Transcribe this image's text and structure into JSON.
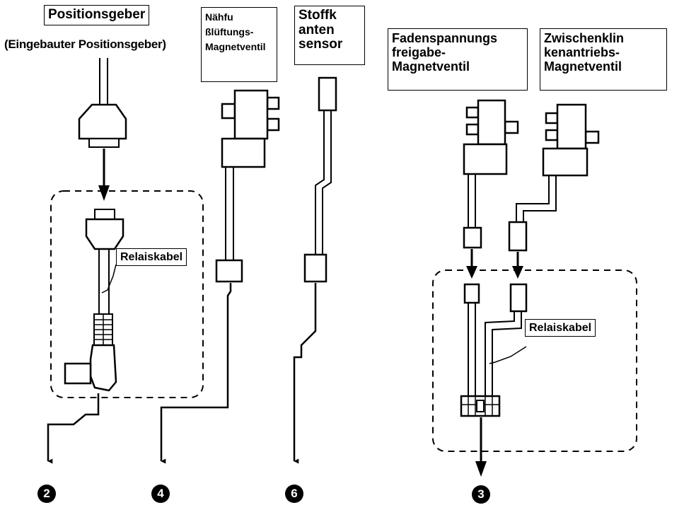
{
  "components": {
    "position_sensor": {
      "title": "Positionsgeber",
      "subtitle": "(Eingebauter Positionsgeber)",
      "relay_label": "Relaiskabel",
      "connector_number": "2"
    },
    "presser_foot_valve": {
      "title": "Nähfu\nßlüftungs-\nMagnetventil",
      "connector_number": "4"
    },
    "fabric_edge_sensor": {
      "title": "Stoffk\nanten\nsensor",
      "connector_number": "6"
    },
    "thread_tension_valve": {
      "title": "Fadenspannungs\nfreigabe-\nMagnetventil"
    },
    "intermediate_clamp_valve": {
      "title": "Zwischenklin\nkenantriebs-\nMagnetventil"
    },
    "right_group": {
      "relay_label": "Relaiskabel",
      "connector_number": "3"
    }
  },
  "colors": {
    "line": "#000000",
    "background": "#ffffff"
  }
}
